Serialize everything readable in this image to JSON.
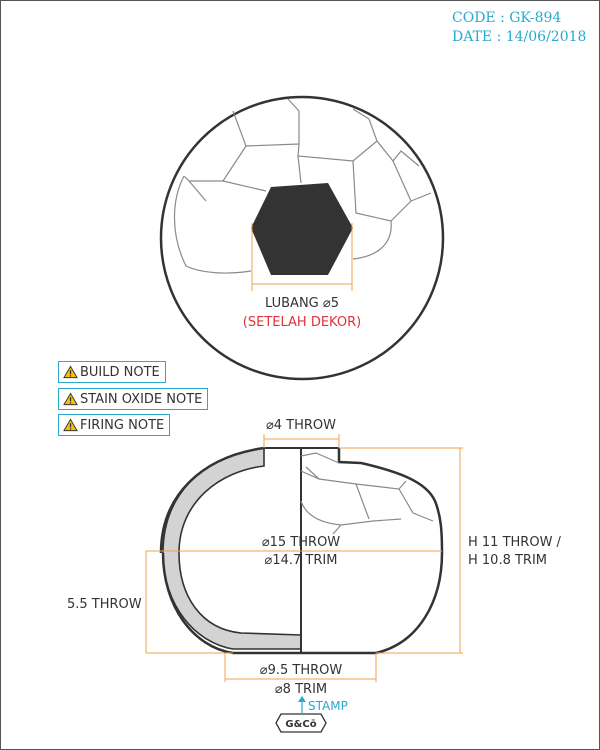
{
  "header": {
    "code": "CODE : GK-894",
    "date": "DATE : 14/06/2018"
  },
  "top_view": {
    "hole_label": "LUBANG ⌀5",
    "hole_note": "(SETELAH DEKOR)"
  },
  "notes": [
    {
      "label": "BUILD NOTE",
      "icon": "warning-icon"
    },
    {
      "label": "STAIN OXIDE NOTE",
      "icon": "warning-icon"
    },
    {
      "label": "FIRING NOTE",
      "icon": "warning-icon"
    }
  ],
  "side_view": {
    "opening_throw": "⌀4 THROW",
    "diameter_throw": "⌀15 THROW",
    "diameter_trim": "⌀14.7 TRIM",
    "height_throw": "H 11 THROW /",
    "height_trim": "H 10.8 TRIM",
    "wall_throw": "5.5 THROW",
    "base_throw": "⌀9.5 THROW",
    "base_trim": "⌀8 TRIM",
    "stamp_label": "STAMP",
    "stamp_mark": "G&Cō"
  },
  "colors": {
    "dimension": "#f0a050",
    "accent": "#29a9cf",
    "red_note": "#e0323c",
    "hex_fill": "#333333",
    "section_fill": "#d3d3d3"
  }
}
